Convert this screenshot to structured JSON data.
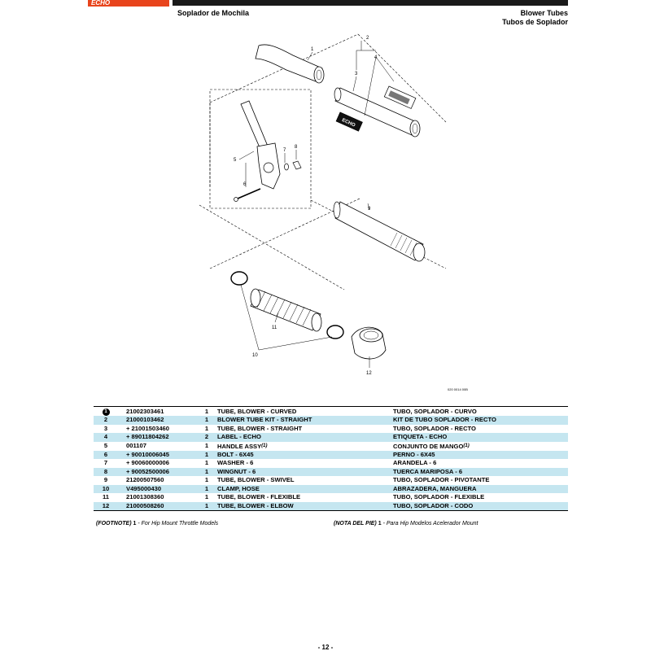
{
  "header": {
    "logo_text": "ECHO",
    "title_left": "Soplador de Mochila",
    "title_right_en": "Blower Tubes",
    "title_right_es": "Tubos de Soplador"
  },
  "diagram": {
    "callouts": {
      "c1": "1",
      "c2": "2",
      "c3": "3",
      "c4": "4",
      "c5": "5",
      "c6": "6",
      "c7": "7",
      "c8": "8",
      "c9": "9",
      "c10": "10",
      "c11": "11",
      "c12": "12"
    },
    "label_text": "ECHO",
    "drawing_code": "020 0014 00B"
  },
  "parts": [
    {
      "ref": "1",
      "part_no": "21002303461",
      "qty": "1",
      "desc_en": "TUBE, BLOWER - CURVED",
      "desc_es": "TUBO, SOPLADOR - CURVO"
    },
    {
      "ref": "2",
      "part_no": "21000103462",
      "qty": "1",
      "desc_en": "BLOWER TUBE KIT - STRAIGHT",
      "desc_es": "KIT DE TUBO SOPLADOR - RECTO"
    },
    {
      "ref": "3",
      "part_no": "+ 21001503460",
      "qty": "1",
      "desc_en": "TUBE, BLOWER - STRAIGHT",
      "desc_es": "TUBO, SOPLADOR - RECTO"
    },
    {
      "ref": "4",
      "part_no": "+ 89011804262",
      "qty": "2",
      "desc_en": "LABEL - ECHO",
      "desc_es": "ETIQUETA - ECHO"
    },
    {
      "ref": "5",
      "part_no": "001107",
      "qty": "1",
      "desc_en": "HANDLE ASSY",
      "desc_es": "CONJUNTO DE MANGO",
      "note": "(1)"
    },
    {
      "ref": "6",
      "part_no": "+ 90010006045",
      "qty": "1",
      "desc_en": "BOLT - 6X45",
      "desc_es": "PERNO - 6X45"
    },
    {
      "ref": "7",
      "part_no": "+ 90060000006",
      "qty": "1",
      "desc_en": "WASHER - 6",
      "desc_es": "ARANDELA - 6"
    },
    {
      "ref": "8",
      "part_no": "+ 90052500006",
      "qty": "1",
      "desc_en": "WINGNUT - 6",
      "desc_es": "TUERCA MARIPOSA - 6"
    },
    {
      "ref": "9",
      "part_no": "21200507560",
      "qty": "1",
      "desc_en": "TUBE, BLOWER - SWIVEL",
      "desc_es": "TUBO, SOPLADOR - PIVOTANTE"
    },
    {
      "ref": "10",
      "part_no": "V495000430",
      "qty": "1",
      "desc_en": "CLAMP, HOSE",
      "desc_es": "ABRAZADERA, MANGUERA"
    },
    {
      "ref": "11",
      "part_no": "21001308360",
      "qty": "1",
      "desc_en": "TUBE, BLOWER - FLEXIBLE",
      "desc_es": "TUBO, SOPLADOR - FLEXIBLE"
    },
    {
      "ref": "12",
      "part_no": "21000508260",
      "qty": "1",
      "desc_en": "TUBE, BLOWER - ELBOW",
      "desc_es": "TUBO, SOPLADOR - CODO"
    }
  ],
  "footnotes": {
    "en_label": "(FOOTNOTE)",
    "en_num": "1",
    "en_text": "- For Hip Mount Throttle Models",
    "es_label": "(NOTA DEL PIE)",
    "es_num": "1",
    "es_text": "- Para Hip Modelos Acelerador Mount"
  },
  "page_number": "- 12 -",
  "colors": {
    "logo": "#e8441c",
    "header_bar": "#1a1a1a",
    "row_shade": "#c5e6f0"
  }
}
